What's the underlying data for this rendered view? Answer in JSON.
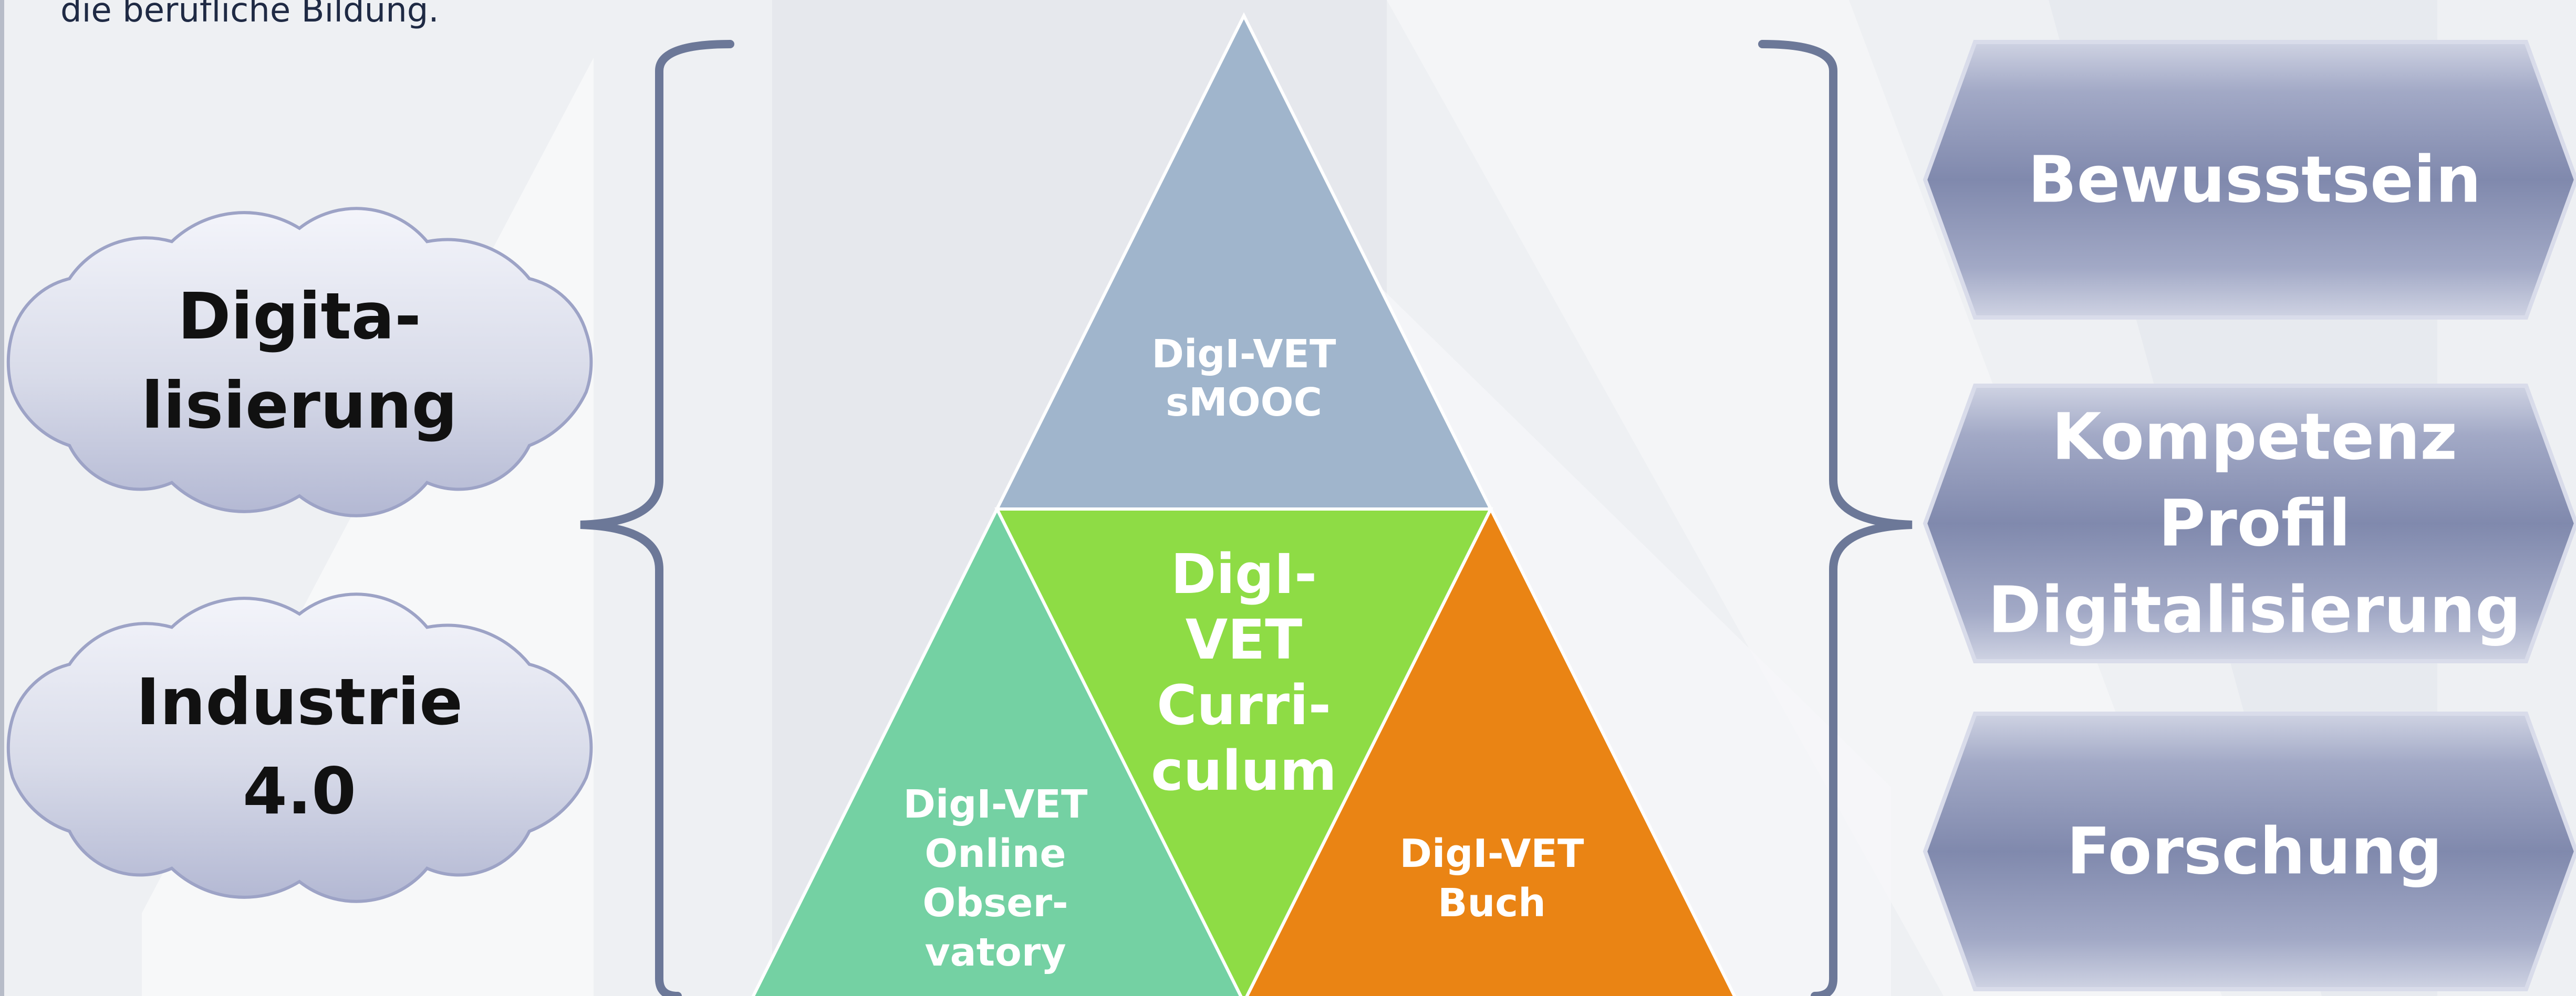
{
  "intro": {
    "text_line": "die berufliche Bildung."
  },
  "clouds": [
    {
      "lines": [
        "Digita-",
        "lisierung"
      ]
    },
    {
      "lines": [
        "Industrie",
        "4.0"
      ]
    }
  ],
  "pyramid": {
    "top": {
      "lines": [
        "DigI-VET",
        "sMOOC"
      ],
      "color": "#a0b5cc"
    },
    "center": {
      "lines": [
        "DigI-",
        "VET",
        "Curri-",
        "culum"
      ],
      "color": "#8edc45"
    },
    "left": {
      "lines": [
        "DigI-VET",
        "Online",
        "Obser-",
        "vatory"
      ],
      "color": "#74d1a3"
    },
    "right": {
      "lines": [
        "DigI-VET",
        "Buch"
      ],
      "color": "#ea8414"
    }
  },
  "hexagons": [
    {
      "lines": [
        "Bewusstsein"
      ]
    },
    {
      "lines": [
        "Kompetenz",
        "Profil",
        "Digitalisierung"
      ]
    },
    {
      "lines": [
        "Forschung"
      ]
    }
  ],
  "colors": {
    "bracket": "#6c7898",
    "cloud_text": "#111111",
    "hex_text": "#ffffff",
    "background": "#eef0f3"
  }
}
